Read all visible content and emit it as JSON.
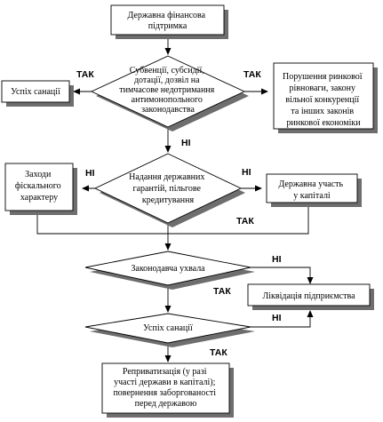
{
  "nodes": {
    "start": [
      "Державна фінансова",
      "підтримка"
    ],
    "d1": [
      "Субвенції, субсидії,",
      "дотації, дозвіл на",
      "тимчасове недотримання",
      "антимонопольного",
      "законодавства"
    ],
    "sanation_success_1": [
      "Успіх санації"
    ],
    "market_violation": [
      "Порушення ринкової",
      "рівноваги, закону",
      "вільної конкуренції",
      "та інших законів",
      "ринкової економіки"
    ],
    "d2": [
      "Надання державних",
      "гарантій, пільгове",
      "кредитування"
    ],
    "fiscal_measures": [
      "Заходи",
      "фіскального",
      "характеру"
    ],
    "state_share": [
      "Державна участь",
      "у капіталі"
    ],
    "d3": [
      "Законодавча ухвала"
    ],
    "liquidation": [
      "Ліквідація підприємства"
    ],
    "d4": [
      "Успіх санації"
    ],
    "reprivatization": [
      "Реприватизація (у разі",
      "участі держави в капіталі);",
      "повернення заборгованості",
      "перед державою"
    ]
  },
  "labels": {
    "yes": "ТАК",
    "no": "НІ"
  },
  "colors": {
    "line": "#000000",
    "shadow": "#6e6e6e",
    "fill": "#ffffff"
  }
}
